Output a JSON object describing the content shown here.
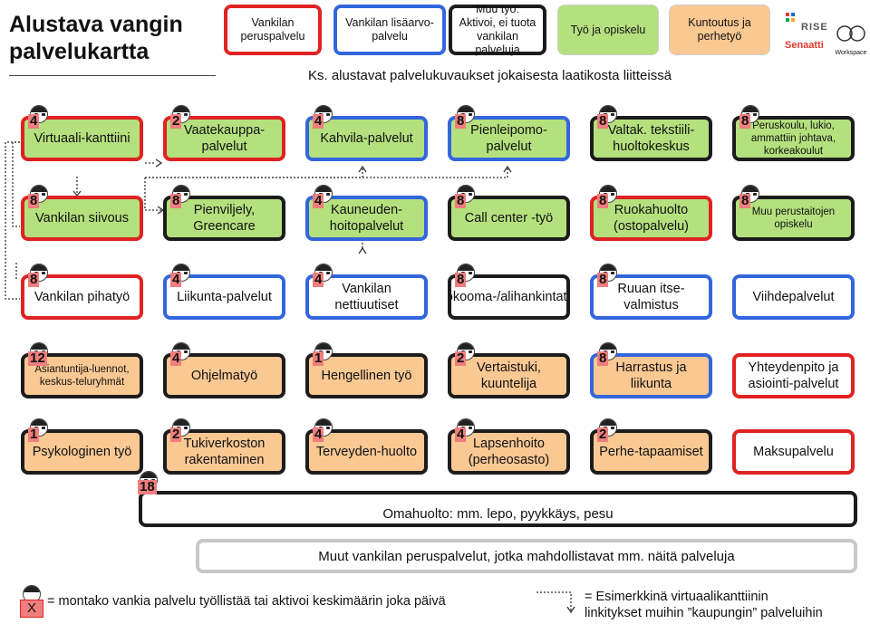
{
  "title": "Alustava vangin palvelukartta",
  "legend": [
    {
      "id": "basic",
      "text": "Vankilan peruspalvelu"
    },
    {
      "id": "extra",
      "text": "Vankilan lisäarvo-palvelu"
    },
    {
      "id": "other",
      "text": "Muu työ: Aktivoi, ei tuota vankilan palveluja"
    },
    {
      "id": "work",
      "text": "Työ ja opiskelu"
    },
    {
      "id": "rehab",
      "text": "Kuntoutus ja perhetyö"
    }
  ],
  "note": "Ks. alustavat palvelukuvaukset jokaisesta laatikosta liitteissä",
  "logos": {
    "rise": "RISE",
    "senaatti": "Senaatti",
    "workspace": "Workspace"
  },
  "boxes": [
    {
      "label": "Virtuaali-kanttiini",
      "count": "4"
    },
    {
      "label": "Vaatekauppa-palvelut",
      "count": "2"
    },
    {
      "label": "Kahvila-palvelut",
      "count": "4"
    },
    {
      "label": "Pienleipomo-palvelut",
      "count": "8"
    },
    {
      "label": "Valtak. tekstiili-huoltokeskus",
      "count": "8"
    },
    {
      "label": "Peruskoulu, lukio, ammattiin johtava, korkeakoulut",
      "count": "8"
    },
    {
      "label": "Vankilan siivous",
      "count": "8"
    },
    {
      "label": "Pienviljely, Greencare",
      "count": "8"
    },
    {
      "label": "Kauneuden-hoitopalvelut",
      "count": "4"
    },
    {
      "label": "Call center -työ",
      "count": "8"
    },
    {
      "label": "Ruokahuolto (ostopalvelu)",
      "count": "8"
    },
    {
      "label": "Muu perustaitojen opiskelu",
      "count": "8"
    },
    {
      "label": "Vankilan pihatyö",
      "count": "8"
    },
    {
      "label": "Liikunta-palvelut",
      "count": "4"
    },
    {
      "label": "Vankilan nettiuutiset",
      "count": "4"
    },
    {
      "label": "Kokoomа-/alihankintatyö",
      "count": "8"
    },
    {
      "label": "Ruuan itse-valmistus",
      "count": "8"
    },
    {
      "label": "Viihdepalvelut",
      "count": ""
    },
    {
      "label": "Asiantuntija-luennot, keskus-teluryhmät",
      "count": "12"
    },
    {
      "label": "Ohjelmatyö",
      "count": "4"
    },
    {
      "label": "Hengellinen työ",
      "count": "1"
    },
    {
      "label": "Vertaistuki, kuuntelija",
      "count": "2"
    },
    {
      "label": "Harrastus ja liikunta",
      "count": "8"
    },
    {
      "label": "Yhteydenpito ja asiointi-palvelut",
      "count": ""
    },
    {
      "label": "Psykologinen työ",
      "count": "1"
    },
    {
      "label": "Tukiverkoston rakentaminen",
      "count": "2"
    },
    {
      "label": "Terveyden-huolto",
      "count": "4"
    },
    {
      "label": "Lapsenhoito (perheosasto)",
      "count": "4"
    },
    {
      "label": "Perhe-tapaamiset",
      "count": "2"
    },
    {
      "label": "Maksupalvelu",
      "count": ""
    }
  ],
  "omahuolto": {
    "label": "Omahuolto: mm. lepo, pyykkäys, pesu",
    "count": "18"
  },
  "muut": "Muut vankilan peruspalvelut, jotka mahdollistavat mm. näitä palveluja",
  "footer": {
    "badge": "X",
    "badge_text": "= montako vankia palvelu työllistää tai aktivoi keskimäärin joka päivä",
    "link_text_1": "= Esimerkkinä virtuaalikanttiinin",
    "link_text_2": "linkitykset muihin ”kaupungin” palveluihin"
  },
  "colors": {
    "work": "#b5e07e",
    "rehab": "#f9c893",
    "basic_border": "#e02222",
    "extra_border": "#3366dd",
    "other_border": "#1c1c1c"
  }
}
